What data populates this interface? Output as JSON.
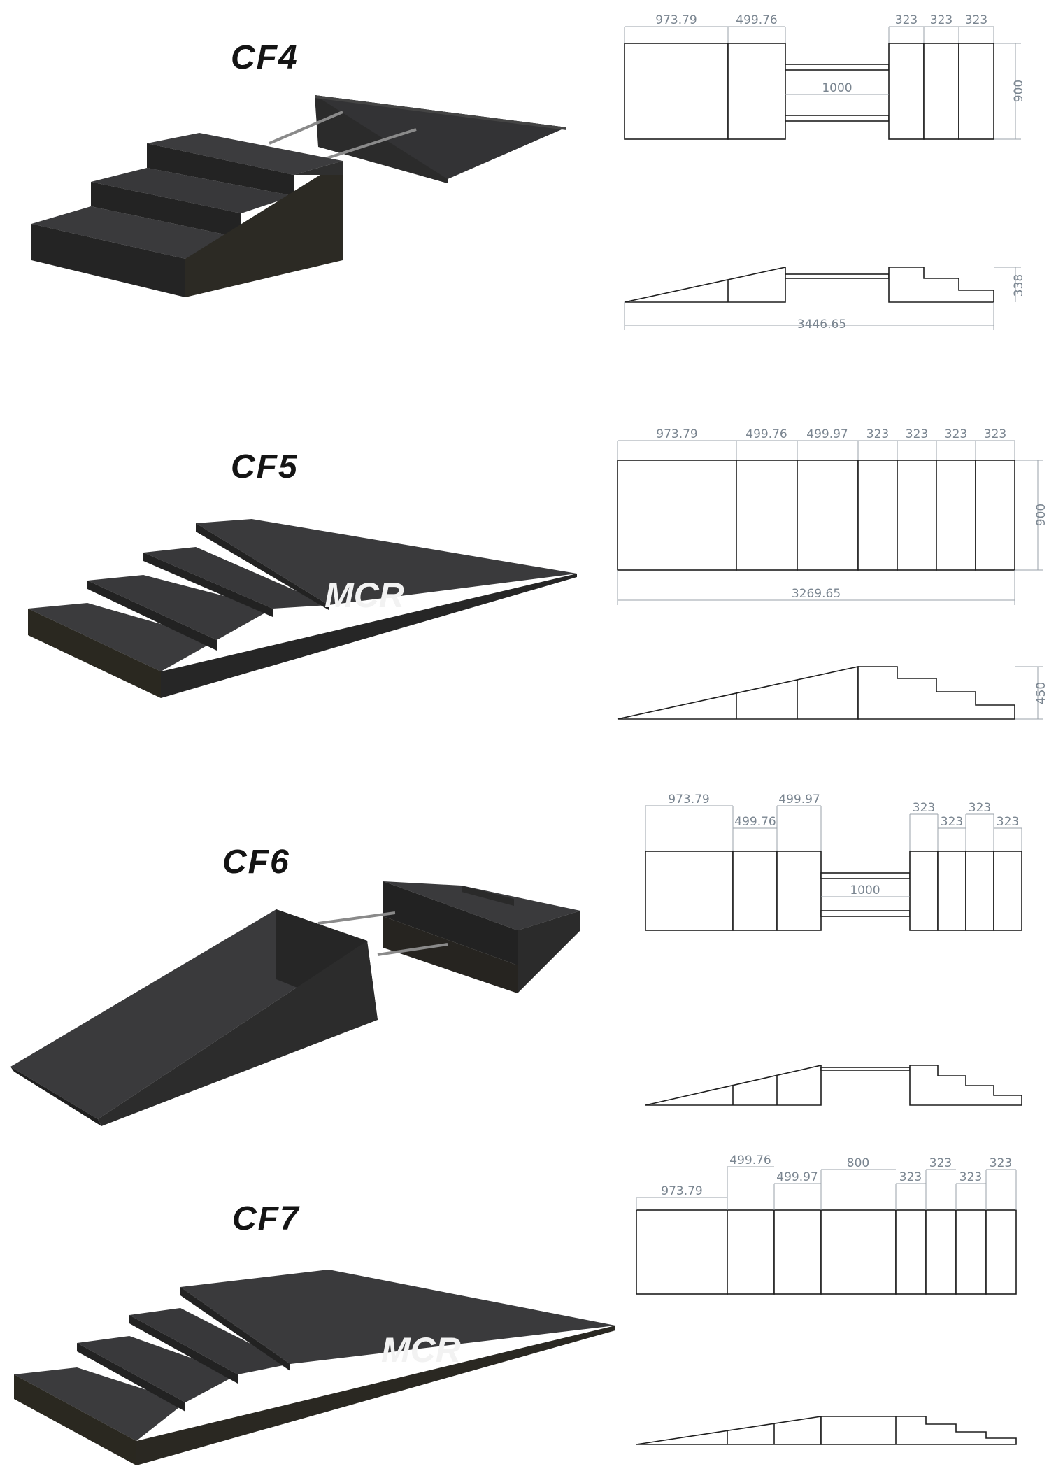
{
  "colors": {
    "block_top": "#3a3a3c",
    "block_side": "#262626",
    "line": "#1e1e1e",
    "dimension": "#7a8590"
  },
  "models": [
    {
      "id": "CF4",
      "title": "CF4",
      "plan_dims": [
        "973.79",
        "499.76",
        "323",
        "323",
        "323",
        "1000",
        "900"
      ],
      "side_dims": [
        "3446.65",
        "338"
      ]
    },
    {
      "id": "CF5",
      "title": "CF5",
      "logo": "MCR",
      "plan_dims": [
        "973.79",
        "499.76",
        "499.97",
        "323",
        "323",
        "323",
        "323",
        "900",
        "3269.65"
      ],
      "side_dims": [
        "450"
      ]
    },
    {
      "id": "CF6",
      "title": "CF6",
      "plan_dims": [
        "973.79",
        "499.76",
        "499.97",
        "323",
        "323",
        "323",
        "323",
        "1000"
      ]
    },
    {
      "id": "CF7",
      "title": "CF7",
      "logo": "MCR",
      "plan_dims": [
        "499.76",
        "973.79",
        "499.97",
        "800",
        "323",
        "323",
        "323",
        "323"
      ]
    }
  ]
}
